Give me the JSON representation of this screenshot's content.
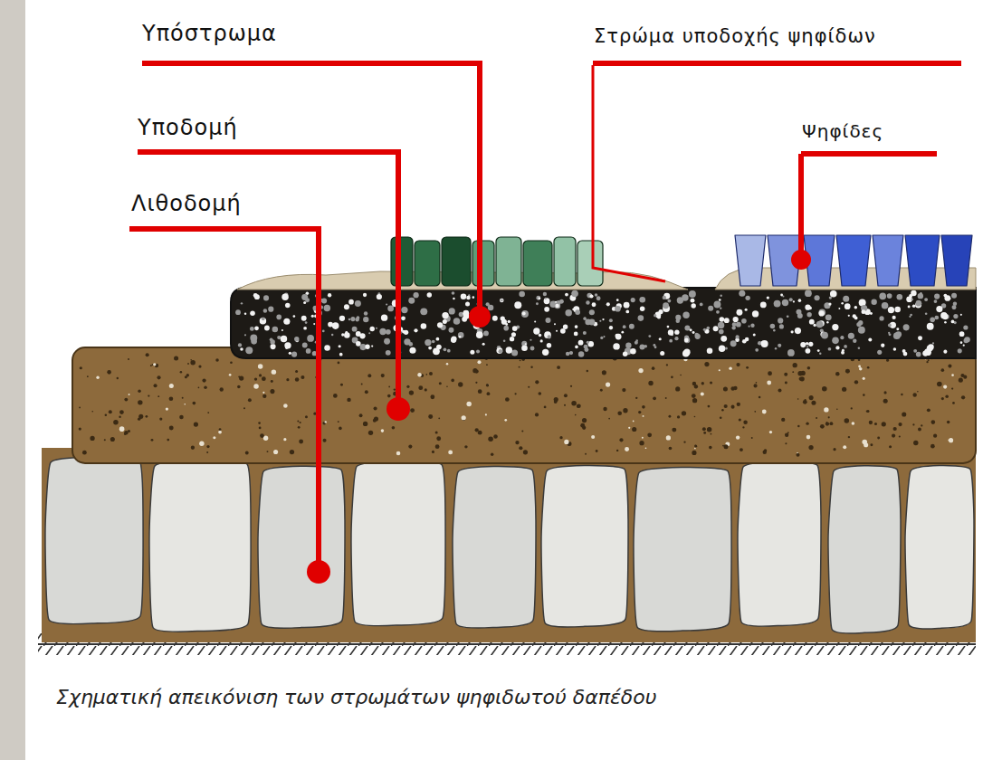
{
  "diagram": {
    "caption": "Σχηματική απεικόνιση των στρωμάτων ψηφιδωτού δαπέδου",
    "labels": [
      "Υπόστρωμα",
      "Υποδομή",
      "Λιθοδομή",
      "Στρώμα υποδοχής ψηφίδων",
      "Ψηφίδες"
    ]
  }
}
